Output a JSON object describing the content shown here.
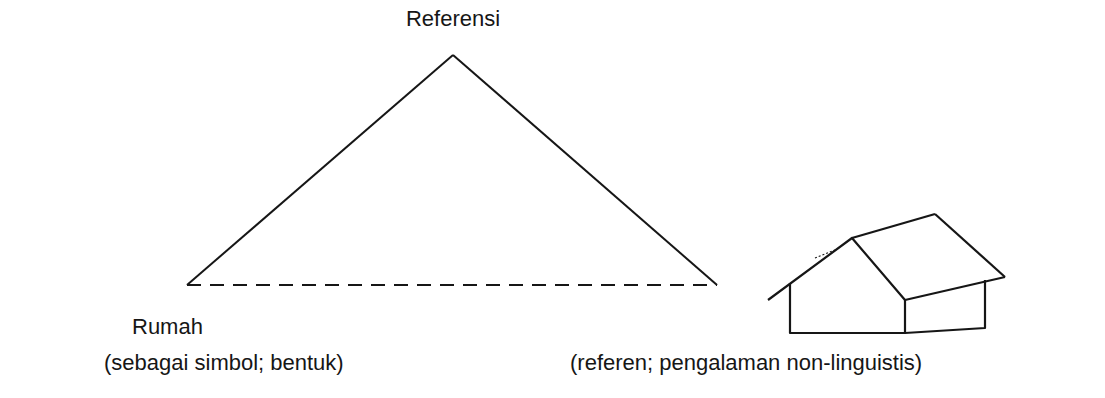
{
  "diagram": {
    "labels": [
      "Referensi",
      "Rumah",
      "(sebagai simbol; bentuk)",
      "(referen; pengalaman non-linguistis)"
    ]
  }
}
